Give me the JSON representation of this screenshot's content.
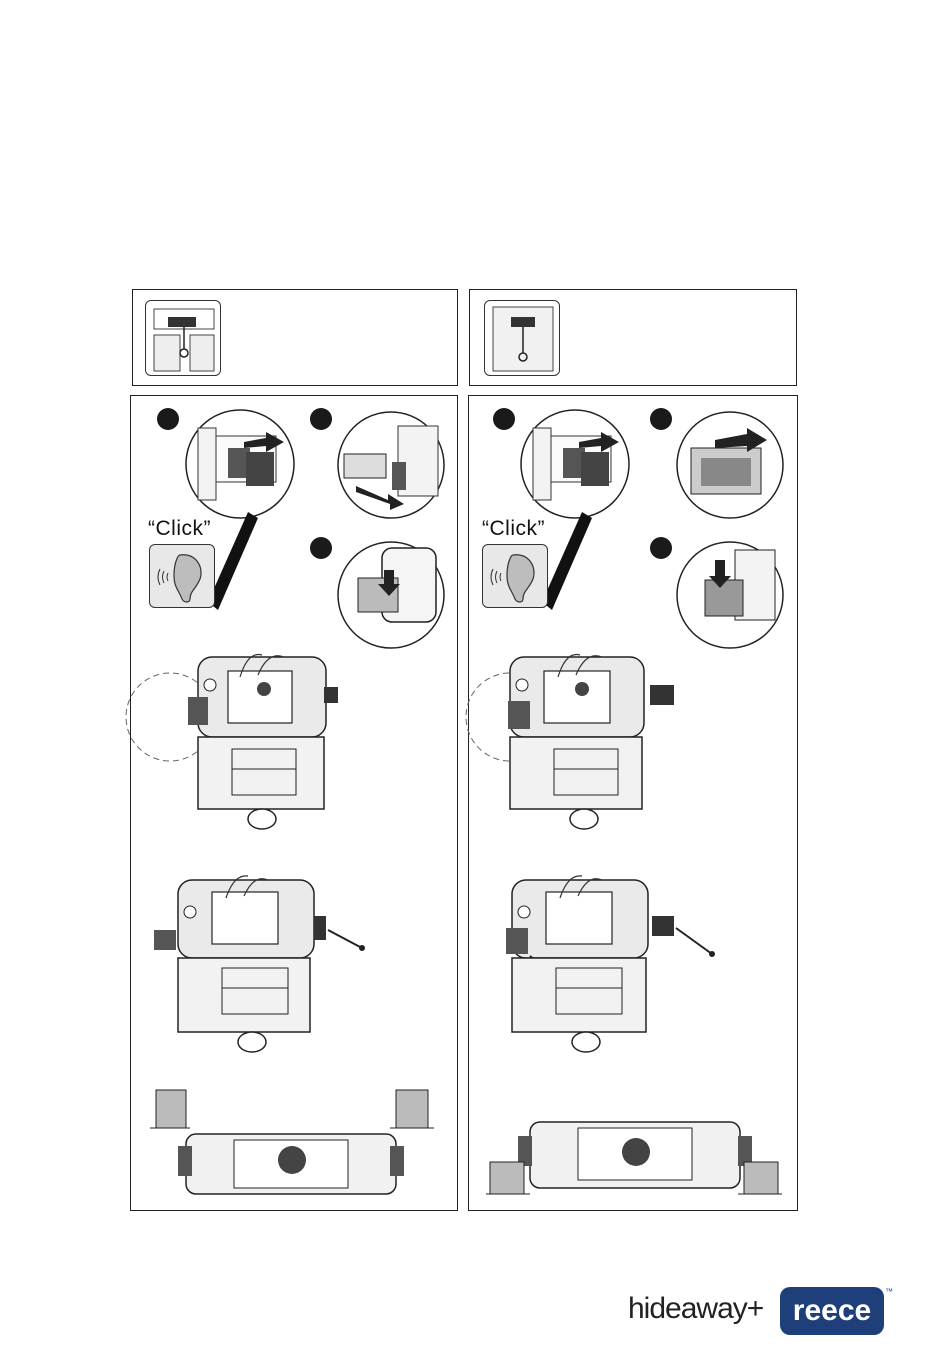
{
  "left_panel": {
    "click_label": "“Click”",
    "step_markers": [
      "step-1",
      "step-2",
      "step-3"
    ]
  },
  "right_panel": {
    "click_label": "“Click”",
    "step_markers": [
      "step-1",
      "step-2",
      "step-3"
    ]
  },
  "brand": {
    "product": "hideaway+",
    "company": "reece",
    "trademark": "™",
    "company_color": "#1f3f7a"
  }
}
